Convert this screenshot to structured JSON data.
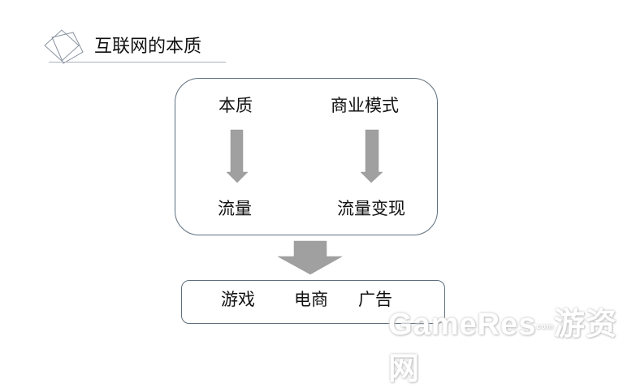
{
  "slide": {
    "title": "互联网的本质",
    "top_box": {
      "left_top": "本质",
      "left_bottom": "流量",
      "right_top": "商业模式",
      "right_bottom": "流量变现"
    },
    "bottom_box": {
      "items": [
        "游戏",
        "电商",
        "广告"
      ]
    },
    "watermark": {
      "brand": "GameRes",
      "domain": "com",
      "name": "游资网"
    }
  },
  "colors": {
    "arrow": "#a0a0a0",
    "border": "#5f6f7e",
    "icon_stroke": "#8a93a0"
  },
  "icons": {
    "title_icon": "overlapping-diamonds-icon"
  }
}
